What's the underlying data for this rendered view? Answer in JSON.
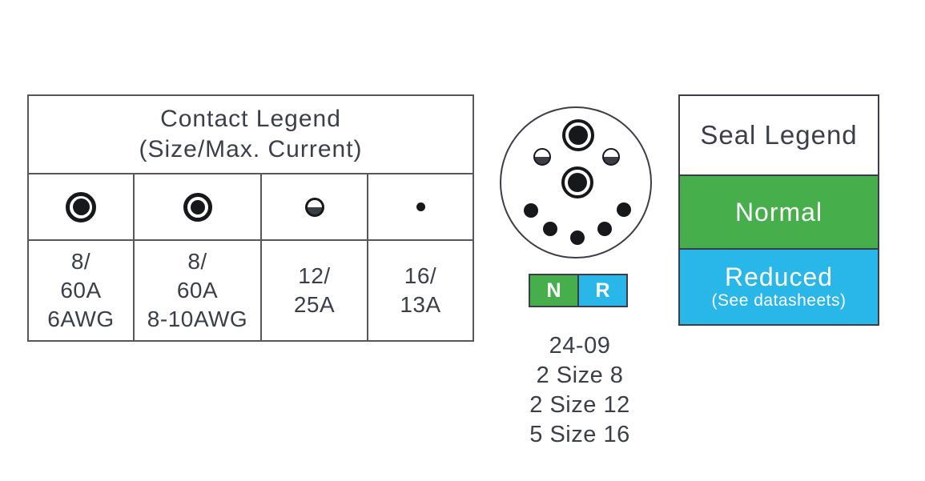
{
  "contact_legend": {
    "title": "Contact Legend",
    "subtitle": "(Size/Max. Current)",
    "entries": [
      {
        "symbol": "size8-contact-icon",
        "line1": "8/",
        "line2": "60A",
        "line3": "6AWG"
      },
      {
        "symbol": "size8-reduced-contact-icon",
        "line1": "8/",
        "line2": "60A",
        "line3": "8-10AWG"
      },
      {
        "symbol": "size12-contact-icon",
        "line1": "12/",
        "line2": "25A"
      },
      {
        "symbol": "size16-contact-icon",
        "line1": "16/",
        "line2": "13A"
      }
    ]
  },
  "insert": {
    "arrangement": "24-09",
    "line1": "24-09",
    "line2": "2 Size 8",
    "line3": "2 Size 12",
    "line4": "5 Size 16",
    "contact_counts": {
      "size8": 2,
      "size12": 2,
      "size16": 5
    }
  },
  "seal_strip": {
    "normal_letter": "N",
    "reduced_letter": "R"
  },
  "seal_legend": {
    "title": "Seal Legend",
    "normal_label": "Normal",
    "reduced_label": "Reduced",
    "reduced_note": "(See datasheets)"
  },
  "colors": {
    "normal_green": "#47AE4C",
    "reduced_blue": "#29B6E8",
    "text_dark": "#3A3F4A",
    "symbol_black": "#17181B"
  }
}
